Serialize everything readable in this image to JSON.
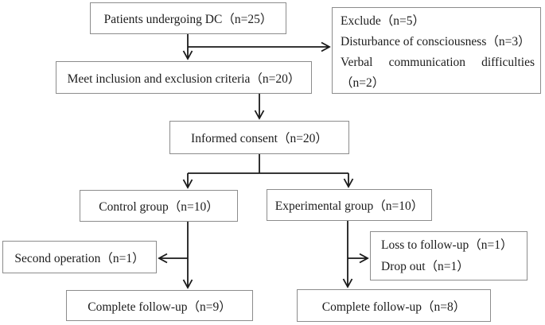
{
  "colors": {
    "box_border": "#8c8c8c",
    "connector": "#1a1a1a",
    "text": "#1c1c1c",
    "background": "#ffffff"
  },
  "boxes": {
    "patients": {
      "label": "Patients undergoing DC（n=25）"
    },
    "exclude": {
      "lines": [
        "Exclude（n=5）",
        "Disturbance of consciousness（n=3）",
        "Verbal communication difficulties",
        "（n=2）"
      ]
    },
    "criteria": {
      "label": "Meet inclusion and exclusion criteria（n=20）"
    },
    "consent": {
      "label": "Informed consent（n=20）"
    },
    "control": {
      "label": "Control group（n=10）"
    },
    "experimental": {
      "label": "Experimental group（n=10）"
    },
    "second_operation": {
      "label": "Second operation（n=1）"
    },
    "loss": {
      "lines": [
        "Loss to follow-up（n=1）",
        "Drop out（n=1）"
      ]
    },
    "complete_control": {
      "label": "Complete follow-up（n=9）"
    },
    "complete_experimental": {
      "label": "Complete follow-up（n=8）"
    }
  }
}
